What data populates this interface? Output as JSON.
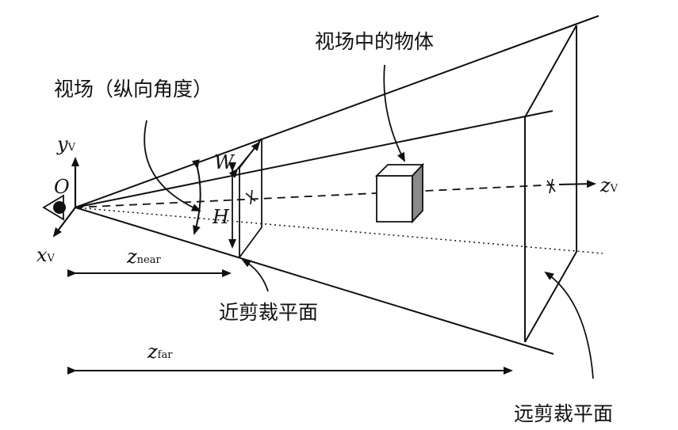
{
  "labels": {
    "object_in_view": "视场中的物体",
    "fov_vertical": "视场（纵向角度）",
    "near_plane": "近剪裁平面",
    "far_plane": "远剪裁平面",
    "y_axis": "y",
    "y_axis_sub": "V",
    "x_axis": "x",
    "x_axis_sub": "V",
    "z_axis": "z",
    "z_axis_sub": "V",
    "origin": "O",
    "width": "W",
    "height": "H",
    "z_near": "z",
    "z_near_sub": "near",
    "z_far": "z",
    "z_far_sub": "far"
  },
  "colors": {
    "line": "#111111",
    "cube_side": "#8a8a8a",
    "background": "#ffffff"
  }
}
